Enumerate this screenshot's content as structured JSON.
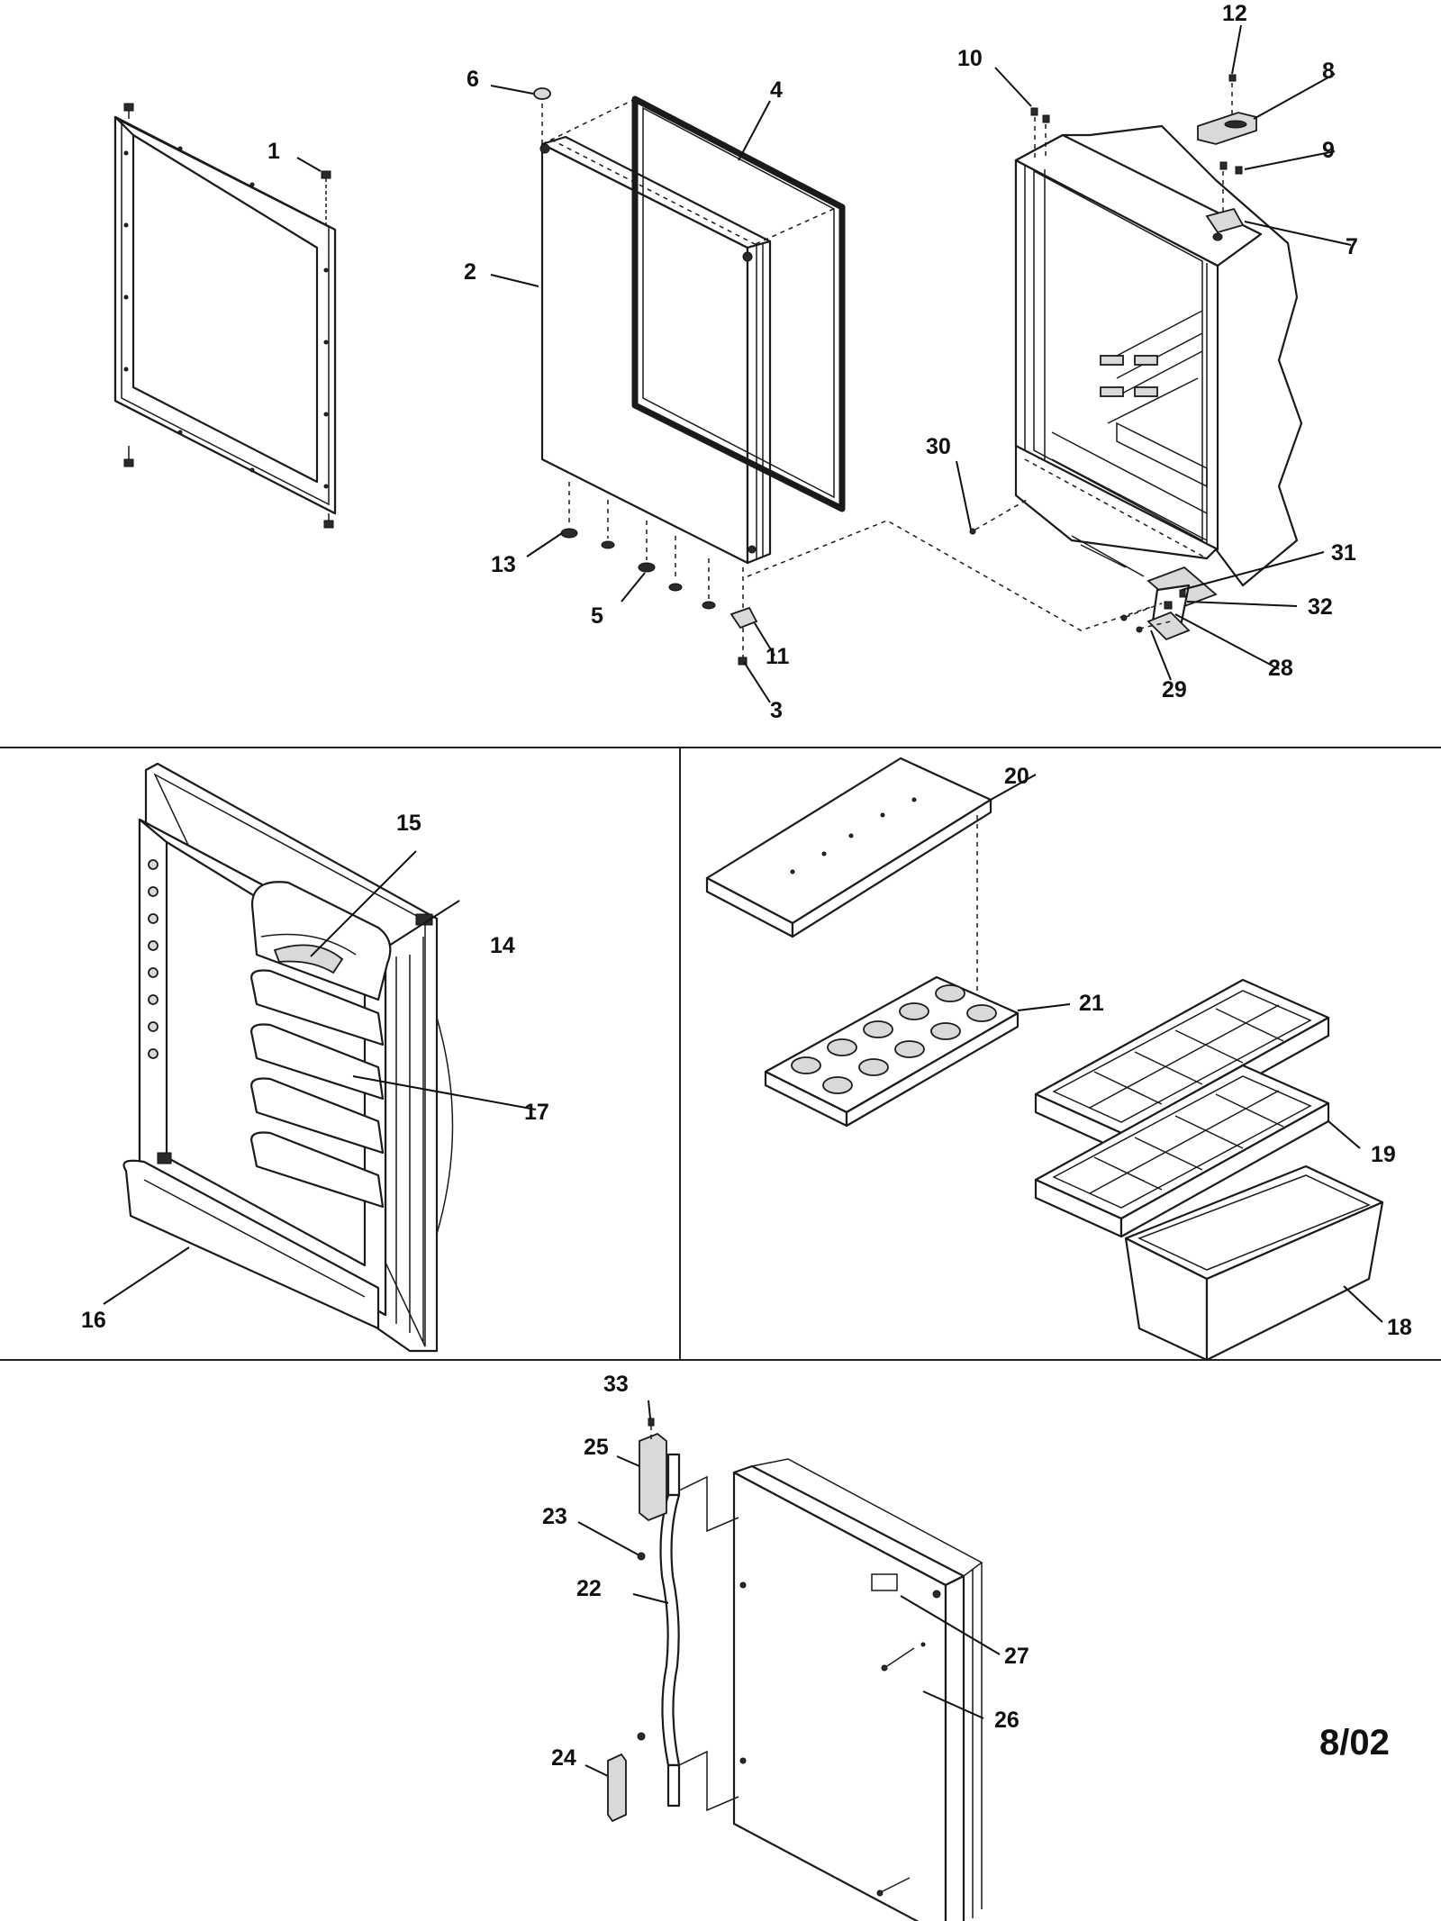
{
  "diagram": {
    "callouts": {
      "c1": "1",
      "c2": "2",
      "c3": "3",
      "c4": "4",
      "c5": "5",
      "c6": "6",
      "c7": "7",
      "c8": "8",
      "c9": "9",
      "c10": "10",
      "c11": "11",
      "c12": "12",
      "c13": "13",
      "c14": "14",
      "c15": "15",
      "c16": "16",
      "c17": "17",
      "c18": "18",
      "c19": "19",
      "c20": "20",
      "c21": "21",
      "c22": "22",
      "c23": "23",
      "c24": "24",
      "c25": "25",
      "c26": "26",
      "c27": "27",
      "c28": "28",
      "c29": "29",
      "c30": "30",
      "c31": "31",
      "c32": "32",
      "c33": "33"
    },
    "date_code": "8/02"
  }
}
